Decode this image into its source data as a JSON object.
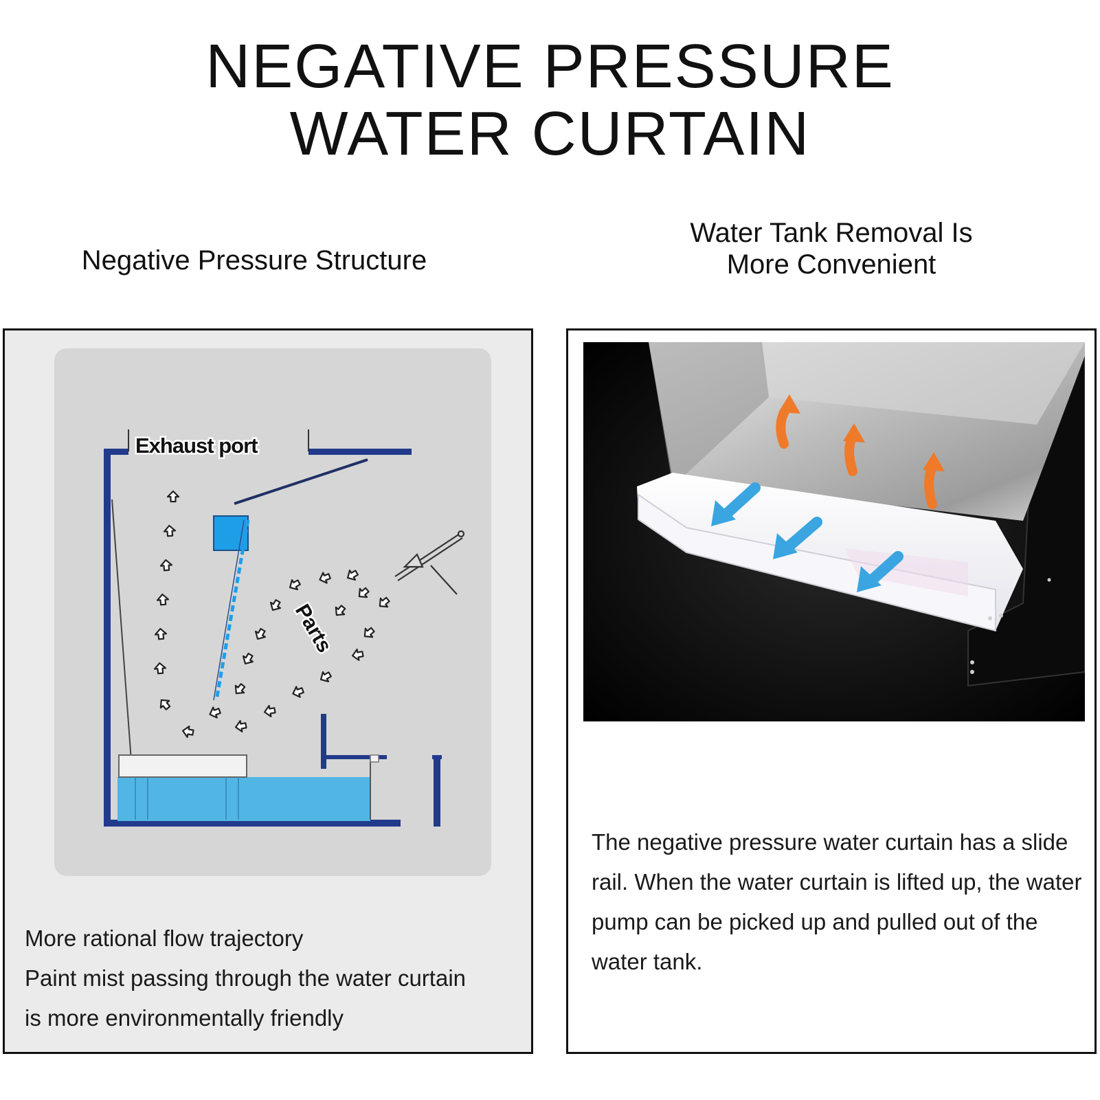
{
  "title": {
    "line1": "NEGATIVE PRESSURE",
    "line2": "WATER CURTAIN"
  },
  "left": {
    "heading": "Negative Pressure Structure",
    "diagram_labels": {
      "exhaust": "Exhaust port",
      "parts": "Parts"
    },
    "description": {
      "line1": "More rational flow trajectory",
      "line2": "Paint mist passing through the water curtain",
      "line3": "is more environmentally friendly"
    }
  },
  "right": {
    "heading": {
      "line1": "Water Tank Removal Is",
      "line2": "More Convenient"
    },
    "description": "The negative pressure water curtain has a slide rail. When the water curtain is lifted up, the water pump can be picked up and pulled out of the water tank."
  },
  "colors": {
    "wall": "#223a8c",
    "water": "#52b6e4",
    "lift_arrow": "#ef7a2a",
    "slide_arrow": "#3aa5e0"
  }
}
